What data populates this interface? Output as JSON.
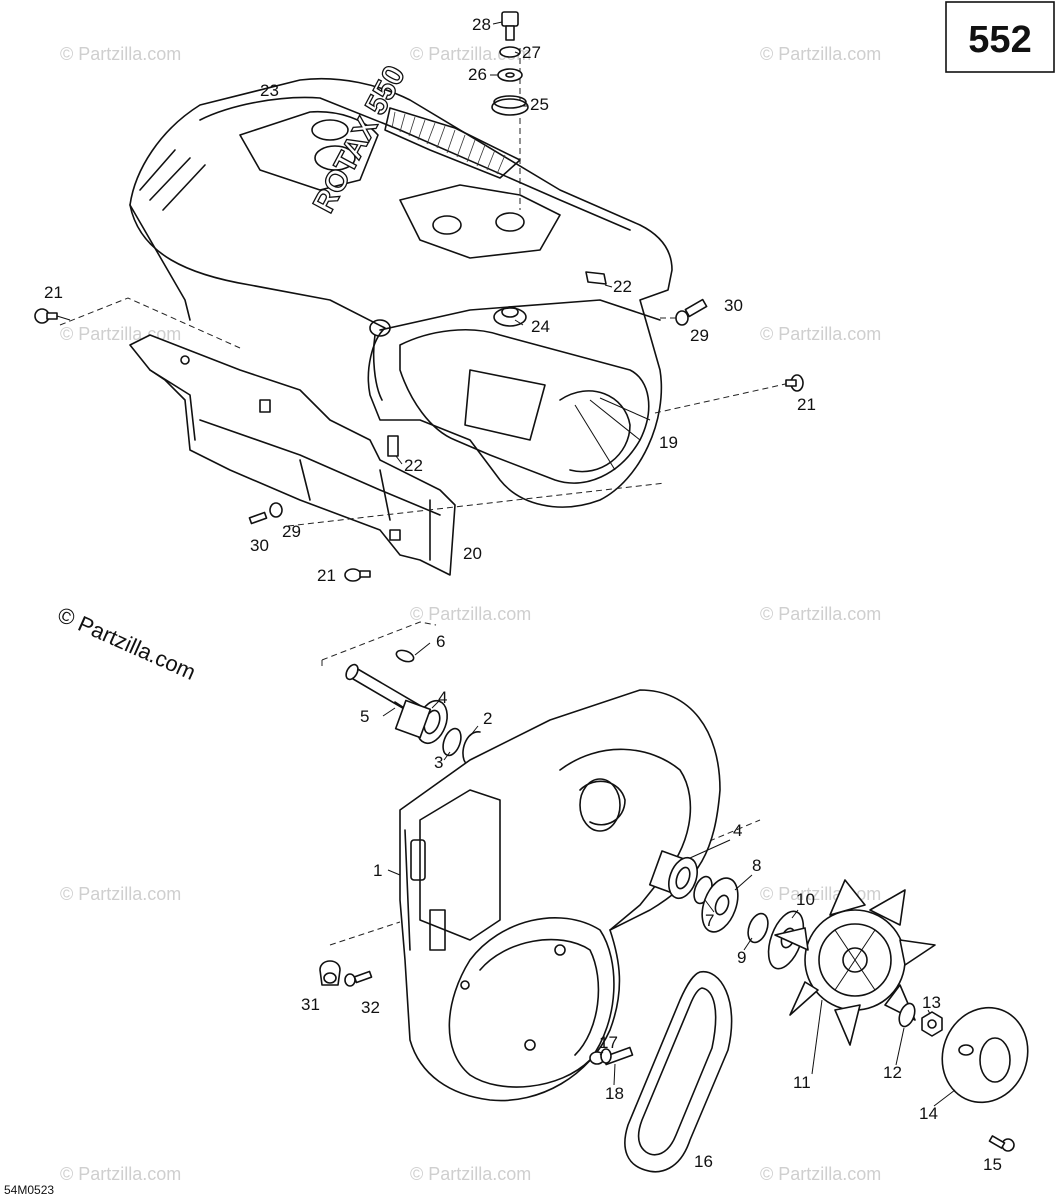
{
  "diagram": {
    "page_code": "552",
    "drawing_code": "54M0523",
    "copyright": "© Partzilla.com",
    "watermark_text": "© Partzilla.com",
    "engraving": "ROTAX 550",
    "callouts": {
      "c1": "1",
      "c2": "2",
      "c3": "3",
      "c4a": "4",
      "c4b": "4",
      "c5": "5",
      "c6": "6",
      "c7": "7",
      "c8": "8",
      "c9": "9",
      "c10": "10",
      "c11": "11",
      "c12": "12",
      "c13": "13",
      "c14": "14",
      "c15": "15",
      "c16": "16",
      "c17": "17",
      "c18": "18",
      "c19": "19",
      "c20": "20",
      "c21a": "21",
      "c21b": "21",
      "c21c": "21",
      "c22a": "22",
      "c22b": "22",
      "c23": "23",
      "c24": "24",
      "c25": "25",
      "c26": "26",
      "c27": "27",
      "c28": "28",
      "c29a": "29",
      "c29b": "29",
      "c30a": "30",
      "c30b": "30",
      "c31": "31",
      "c32": "32"
    }
  }
}
